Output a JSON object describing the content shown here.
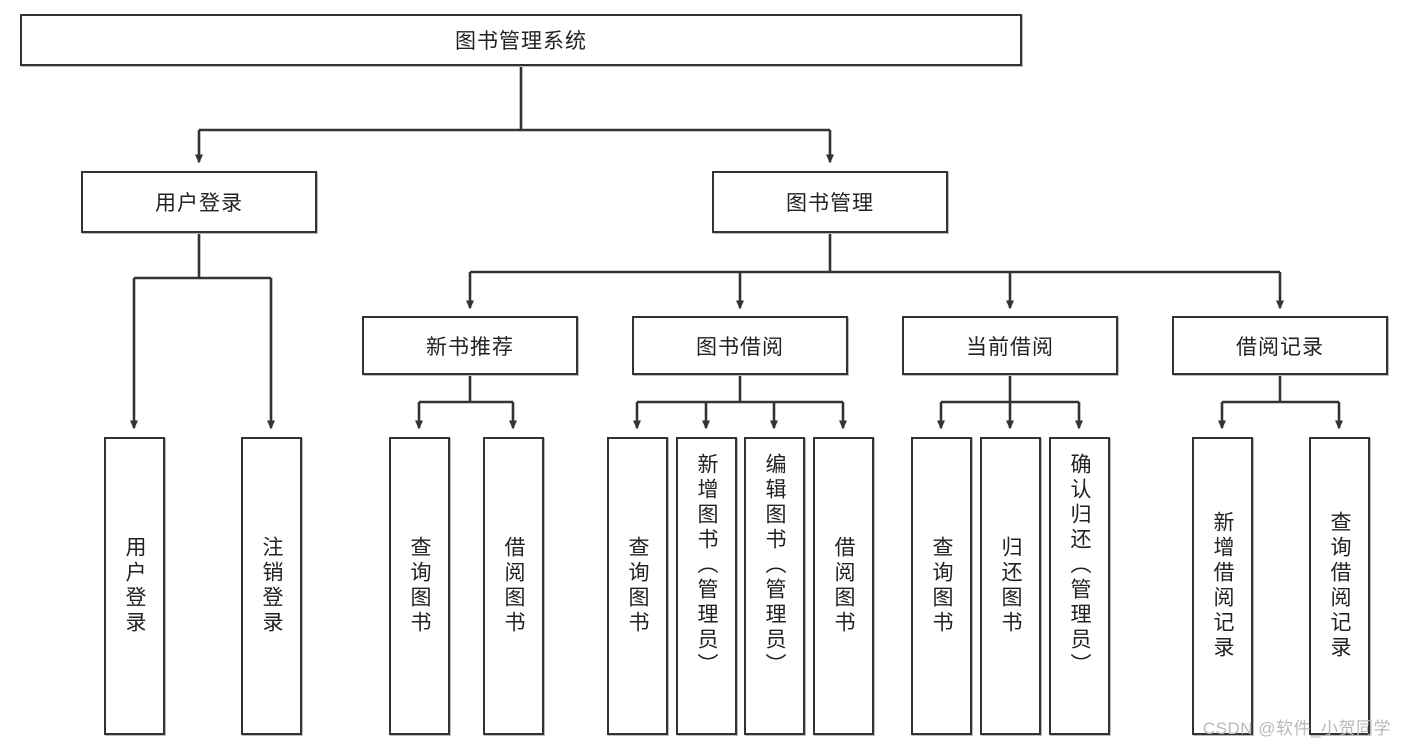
{
  "diagram": {
    "title": "图书管理系统",
    "type": "tree-hierarchy",
    "root": {
      "label": "图书管理系统"
    },
    "level2": [
      {
        "label": "用户登录"
      },
      {
        "label": "图书管理"
      }
    ],
    "level3": [
      {
        "label": "新书推荐"
      },
      {
        "label": "图书借阅"
      },
      {
        "label": "当前借阅"
      },
      {
        "label": "借阅记录"
      }
    ],
    "leaves": {
      "user_login": [
        {
          "label": "用户登录"
        },
        {
          "label": "注销登录"
        }
      ],
      "new_book_recommend": [
        {
          "label": "查询图书"
        },
        {
          "label": "借阅图书"
        }
      ],
      "book_borrow": [
        {
          "label": "查询图书"
        },
        {
          "label": "新增图书（管理员）"
        },
        {
          "label": "编辑图书（管理员）"
        },
        {
          "label": "借阅图书"
        }
      ],
      "current_borrow": [
        {
          "label": "查询图书"
        },
        {
          "label": "归还图书"
        },
        {
          "label": "确认归还（管理员）"
        }
      ],
      "borrow_record": [
        {
          "label": "新增借阅记录"
        },
        {
          "label": "查询借阅记录"
        }
      ]
    }
  },
  "watermark": {
    "text": "CSDN @软件_小贺同学"
  },
  "colors": {
    "stroke": "#333333",
    "background": "#ffffff",
    "text": "#222222",
    "watermark": "#b9b9b9"
  }
}
